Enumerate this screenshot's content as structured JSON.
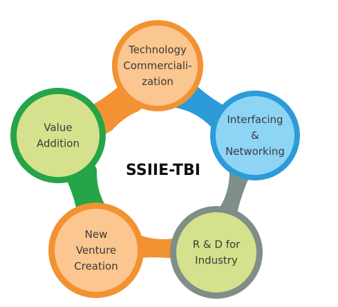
{
  "center_label": "SSIIE-TBI",
  "nodes": [
    {
      "id": "technology",
      "lines": [
        "Technology",
        "Commerciali-",
        "zation"
      ],
      "fill": "#fbc68f",
      "ring": "#f29233"
    },
    {
      "id": "interfacing",
      "lines": [
        "Interfacing",
        "&",
        "Networking"
      ],
      "fill": "#8ed4f5",
      "ring": "#2d9bd8"
    },
    {
      "id": "rnd",
      "lines": [
        "R & D for",
        "Industry"
      ],
      "fill": "#d5e18c",
      "ring": "#7f8e86"
    },
    {
      "id": "venture",
      "lines": [
        "New",
        "Venture",
        "Creation"
      ],
      "fill": "#fbc68f",
      "ring": "#f29233"
    },
    {
      "id": "value",
      "lines": [
        "Value",
        "Addition"
      ],
      "fill": "#d5e18c",
      "ring": "#25a448"
    }
  ],
  "connectors": [
    {
      "from": "technology",
      "to": "interfacing",
      "color": "#2d9bd8"
    },
    {
      "from": "interfacing",
      "to": "rnd",
      "color": "#7f8e86"
    },
    {
      "from": "rnd",
      "to": "venture",
      "color": "#f29233"
    },
    {
      "from": "venture",
      "to": "value",
      "color": "#25a448"
    },
    {
      "from": "value",
      "to": "technology",
      "color": "#f29233"
    }
  ]
}
